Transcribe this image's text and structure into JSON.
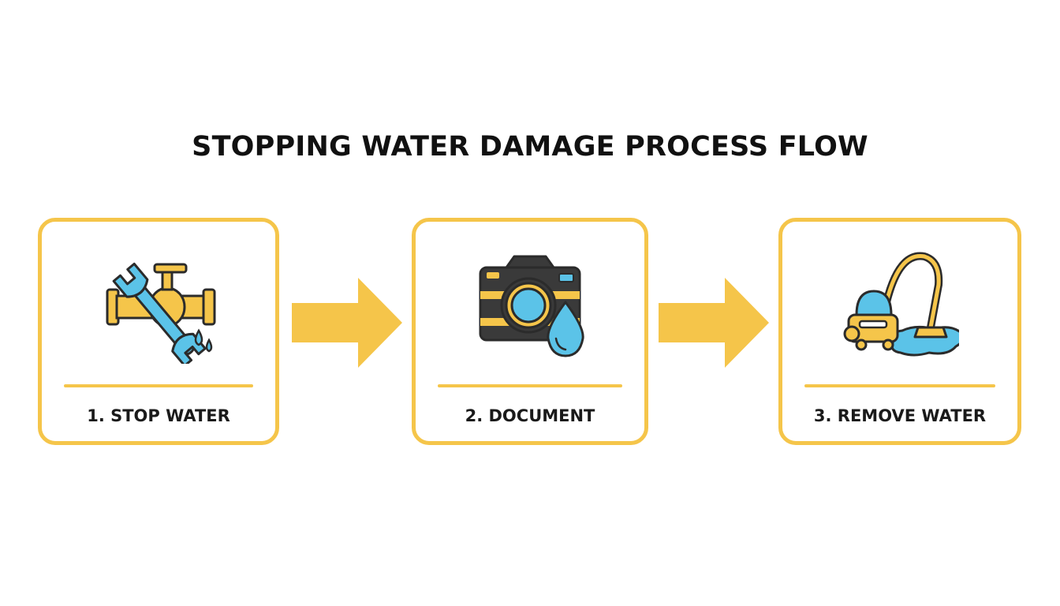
{
  "title": "STOPPING WATER DAMAGE PROCESS FLOW",
  "colors": {
    "accent_yellow": "#F5C54A",
    "water_blue": "#5BC3E8",
    "outline_dark": "#2B2B2B",
    "camera_body": "#3A3A3A",
    "text_dark": "#111111"
  },
  "steps": [
    {
      "label": "1. STOP WATER",
      "icon": "pipe-wrench-icon"
    },
    {
      "label": "2. DOCUMENT",
      "icon": "camera-water-drop-icon"
    },
    {
      "label": "3. REMOVE WATER",
      "icon": "wet-vacuum-icon"
    }
  ],
  "connectors": [
    {
      "icon": "arrow-right-icon"
    },
    {
      "icon": "arrow-right-icon"
    }
  ]
}
